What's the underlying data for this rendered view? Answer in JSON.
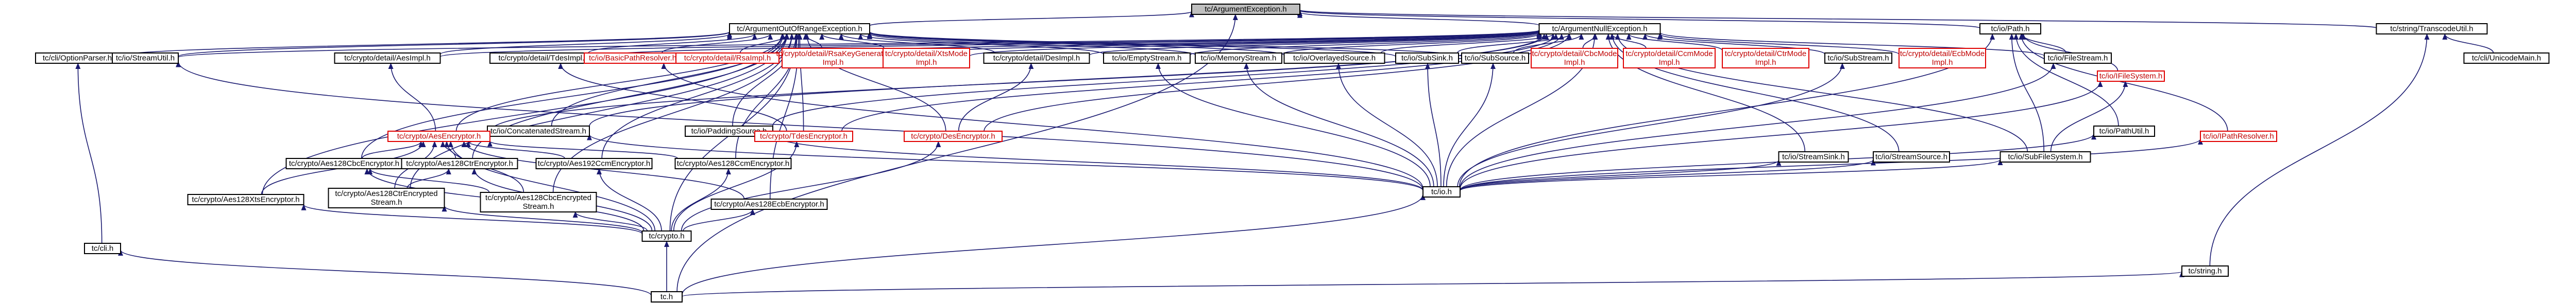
{
  "graph": {
    "edge_color": "#191970",
    "root_fill": "#bfbfbf",
    "nodes": [
      {
        "id": "argexc",
        "lines": [
          "tc/ArgumentException.h"
        ],
        "root": true
      },
      {
        "id": "outofrange",
        "lines": [
          "tc/ArgumentOutOfRangeException.h"
        ]
      },
      {
        "id": "argnull",
        "lines": [
          "tc/ArgumentNullException.h"
        ]
      },
      {
        "id": "iopath",
        "lines": [
          "tc/io/Path.h"
        ]
      },
      {
        "id": "transcodeutil",
        "lines": [
          "tc/string/TranscodeUtil.h"
        ]
      },
      {
        "id": "unicodemain",
        "lines": [
          "tc/cli/UnicodeMain.h"
        ]
      },
      {
        "id": "optionparser",
        "lines": [
          "tc/cli/OptionParser.h"
        ]
      },
      {
        "id": "streamutil",
        "lines": [
          "tc/io/StreamUtil.h"
        ]
      },
      {
        "id": "aesimpl",
        "lines": [
          "tc/crypto/detail/AesImpl.h"
        ]
      },
      {
        "id": "tdesimpl",
        "lines": [
          "tc/crypto/detail/TdesImpl.h"
        ]
      },
      {
        "id": "basicpathresolver",
        "lines": [
          "tc/io/BasicPathResolver.h"
        ],
        "red": true
      },
      {
        "id": "rsaimpl",
        "lines": [
          "tc/crypto/detail/RsaImpl.h"
        ],
        "red": true
      },
      {
        "id": "rsakeygen",
        "lines": [
          "tc/crypto/detail/RsaKeyGenerator",
          "Impl.h"
        ],
        "red": true
      },
      {
        "id": "xtsmode",
        "lines": [
          "tc/crypto/detail/XtsMode",
          "Impl.h"
        ],
        "red": true
      },
      {
        "id": "desimpl",
        "lines": [
          "tc/crypto/detail/DesImpl.h"
        ]
      },
      {
        "id": "emptystream",
        "lines": [
          "tc/io/EmptyStream.h"
        ]
      },
      {
        "id": "memorystream",
        "lines": [
          "tc/io/MemoryStream.h"
        ]
      },
      {
        "id": "overlayedsource",
        "lines": [
          "tc/io/OverlayedSource.h"
        ]
      },
      {
        "id": "subsink",
        "lines": [
          "tc/io/SubSink.h"
        ]
      },
      {
        "id": "subsource",
        "lines": [
          "tc/io/SubSource.h"
        ]
      },
      {
        "id": "cbcmode",
        "lines": [
          "tc/crypto/detail/CbcMode",
          "Impl.h"
        ],
        "red": true
      },
      {
        "id": "ccmmode",
        "lines": [
          "tc/crypto/detail/CcmMode",
          "Impl.h"
        ],
        "red": true
      },
      {
        "id": "ctrmode",
        "lines": [
          "tc/crypto/detail/CtrMode",
          "Impl.h"
        ],
        "red": true
      },
      {
        "id": "substream",
        "lines": [
          "tc/io/SubStream.h"
        ]
      },
      {
        "id": "ecbmode",
        "lines": [
          "tc/crypto/detail/EcbMode",
          "Impl.h"
        ],
        "red": true
      },
      {
        "id": "filestream",
        "lines": [
          "tc/io/FileStream.h"
        ]
      },
      {
        "id": "ifilesystem",
        "lines": [
          "tc/io/IFileSystem.h"
        ],
        "red": true
      },
      {
        "id": "ipathresolver",
        "lines": [
          "tc/io/IPathResolver.h"
        ],
        "red": true
      },
      {
        "id": "concatstream",
        "lines": [
          "tc/io/ConcatenatedStream.h"
        ]
      },
      {
        "id": "aesencryptor",
        "lines": [
          "tc/crypto/AesEncryptor.h"
        ],
        "red": true
      },
      {
        "id": "paddingsource",
        "lines": [
          "tc/io/PaddingSource.h"
        ]
      },
      {
        "id": "tdesencryptor",
        "lines": [
          "tc/crypto/TdesEncryptor.h"
        ],
        "red": true
      },
      {
        "id": "desencryptor",
        "lines": [
          "tc/crypto/DesEncryptor.h"
        ],
        "red": true
      },
      {
        "id": "streamsink",
        "lines": [
          "tc/io/StreamSink.h"
        ]
      },
      {
        "id": "streamsource",
        "lines": [
          "tc/io/StreamSource.h"
        ]
      },
      {
        "id": "subfilesystem",
        "lines": [
          "tc/io/SubFileSystem.h"
        ]
      },
      {
        "id": "pathutil",
        "lines": [
          "tc/io/PathUtil.h"
        ]
      },
      {
        "id": "aes128cbc",
        "lines": [
          "tc/crypto/Aes128CbcEncryptor.h"
        ]
      },
      {
        "id": "aes128ctr",
        "lines": [
          "tc/crypto/Aes128CtrEncryptor.h"
        ]
      },
      {
        "id": "aes192ccm",
        "lines": [
          "tc/crypto/Aes192CcmEncryptor.h"
        ]
      },
      {
        "id": "aes128ccm",
        "lines": [
          "tc/crypto/Aes128CcmEncryptor.h"
        ]
      },
      {
        "id": "aes128xts",
        "lines": [
          "tc/crypto/Aes128XtsEncryptor.h"
        ]
      },
      {
        "id": "aes128ctrstream",
        "lines": [
          "tc/crypto/Aes128CtrEncrypted",
          "Stream.h"
        ]
      },
      {
        "id": "aes128cbcstream",
        "lines": [
          "tc/crypto/Aes128CbcEncrypted",
          "Stream.h"
        ]
      },
      {
        "id": "aes128ecb",
        "lines": [
          "tc/crypto/Aes128EcbEncryptor.h"
        ]
      },
      {
        "id": "cli",
        "lines": [
          "tc/cli.h"
        ]
      },
      {
        "id": "io",
        "lines": [
          "tc/io.h"
        ]
      },
      {
        "id": "crypto",
        "lines": [
          "tc/crypto.h"
        ]
      },
      {
        "id": "tcstring",
        "lines": [
          "tc/string.h"
        ]
      },
      {
        "id": "tc",
        "lines": [
          "tc.h"
        ]
      }
    ],
    "edges": [
      [
        "outofrange",
        "argexc"
      ],
      [
        "argnull",
        "argexc"
      ],
      [
        "iopath",
        "argexc"
      ],
      [
        "transcodeutil",
        "argexc"
      ],
      [
        "tc",
        "argexc"
      ],
      [
        "optionparser",
        "outofrange"
      ],
      [
        "streamutil",
        "outofrange"
      ],
      [
        "aesimpl",
        "outofrange"
      ],
      [
        "tdesimpl",
        "outofrange"
      ],
      [
        "basicpathresolver",
        "outofrange"
      ],
      [
        "rsaimpl",
        "outofrange"
      ],
      [
        "rsakeygen",
        "outofrange"
      ],
      [
        "xtsmode",
        "outofrange"
      ],
      [
        "desimpl",
        "outofrange"
      ],
      [
        "emptystream",
        "outofrange"
      ],
      [
        "memorystream",
        "outofrange"
      ],
      [
        "overlayedsource",
        "outofrange"
      ],
      [
        "subsink",
        "outofrange"
      ],
      [
        "subsource",
        "outofrange"
      ],
      [
        "concatstream",
        "outofrange"
      ],
      [
        "aesencryptor",
        "outofrange"
      ],
      [
        "paddingsource",
        "outofrange"
      ],
      [
        "tdesencryptor",
        "outofrange"
      ],
      [
        "desencryptor",
        "outofrange"
      ],
      [
        "aes128cbc",
        "outofrange"
      ],
      [
        "aes128ctr",
        "outofrange"
      ],
      [
        "aes192ccm",
        "outofrange"
      ],
      [
        "aes128ccm",
        "outofrange"
      ],
      [
        "aes128xts",
        "outofrange"
      ],
      [
        "aes128ecb",
        "outofrange"
      ],
      [
        "aes128ctrstream",
        "outofrange"
      ],
      [
        "aes128cbcstream",
        "outofrange"
      ],
      [
        "crypto",
        "outofrange"
      ],
      [
        "streamutil",
        "argnull"
      ],
      [
        "aesimpl",
        "argnull"
      ],
      [
        "tdesimpl",
        "argnull"
      ],
      [
        "rsaimpl",
        "argnull"
      ],
      [
        "rsakeygen",
        "argnull"
      ],
      [
        "xtsmode",
        "argnull"
      ],
      [
        "desimpl",
        "argnull"
      ],
      [
        "emptystream",
        "argnull"
      ],
      [
        "memorystream",
        "argnull"
      ],
      [
        "overlayedsource",
        "argnull"
      ],
      [
        "subsink",
        "argnull"
      ],
      [
        "subsource",
        "argnull"
      ],
      [
        "cbcmode",
        "argnull"
      ],
      [
        "ccmmode",
        "argnull"
      ],
      [
        "ctrmode",
        "argnull"
      ],
      [
        "substream",
        "argnull"
      ],
      [
        "ecbmode",
        "argnull"
      ],
      [
        "filestream",
        "argnull"
      ],
      [
        "concatstream",
        "argnull"
      ],
      [
        "paddingsource",
        "argnull"
      ],
      [
        "aesencryptor",
        "argnull"
      ],
      [
        "tdesencryptor",
        "argnull"
      ],
      [
        "desencryptor",
        "argnull"
      ],
      [
        "streamsink",
        "argnull"
      ],
      [
        "streamsource",
        "argnull"
      ],
      [
        "subfilesystem",
        "argnull"
      ],
      [
        "io",
        "argnull"
      ],
      [
        "filestream",
        "iopath"
      ],
      [
        "ifilesystem",
        "iopath"
      ],
      [
        "ipathresolver",
        "iopath"
      ],
      [
        "pathutil",
        "iopath"
      ],
      [
        "subfilesystem",
        "iopath"
      ],
      [
        "io",
        "iopath"
      ],
      [
        "unicodemain",
        "transcodeutil"
      ],
      [
        "tcstring",
        "transcodeutil"
      ],
      [
        "cli",
        "optionparser"
      ],
      [
        "io",
        "streamutil"
      ],
      [
        "aesencryptor",
        "aesimpl"
      ],
      [
        "tdesencryptor",
        "tdesimpl"
      ],
      [
        "io",
        "basicpathresolver"
      ],
      [
        "desencryptor",
        "desimpl"
      ],
      [
        "io",
        "emptystream"
      ],
      [
        "io",
        "memorystream"
      ],
      [
        "io",
        "overlayedsource"
      ],
      [
        "io",
        "subsink"
      ],
      [
        "io",
        "subsource"
      ],
      [
        "io",
        "substream"
      ],
      [
        "io",
        "filestream"
      ],
      [
        "subfilesystem",
        "ifilesystem"
      ],
      [
        "io",
        "ifilesystem"
      ],
      [
        "io",
        "ipathresolver"
      ],
      [
        "io",
        "concatstream"
      ],
      [
        "io",
        "paddingsource"
      ],
      [
        "io",
        "streamsink"
      ],
      [
        "io",
        "streamsource"
      ],
      [
        "io",
        "subfilesystem"
      ],
      [
        "io",
        "pathutil"
      ],
      [
        "aes128cbc",
        "aesencryptor"
      ],
      [
        "aes128ctr",
        "aesencryptor"
      ],
      [
        "aes192ccm",
        "aesencryptor"
      ],
      [
        "aes128ccm",
        "aesencryptor"
      ],
      [
        "aes128xts",
        "aesencryptor"
      ],
      [
        "aes128ecb",
        "aesencryptor"
      ],
      [
        "aes128ctrstream",
        "aesencryptor"
      ],
      [
        "aes128cbcstream",
        "aesencryptor"
      ],
      [
        "crypto",
        "aesencryptor"
      ],
      [
        "aes128cbcstream",
        "aes128cbc"
      ],
      [
        "aes128ctrstream",
        "aes128ctr"
      ],
      [
        "crypto",
        "aes128cbc"
      ],
      [
        "crypto",
        "aes128ctr"
      ],
      [
        "crypto",
        "aes192ccm"
      ],
      [
        "crypto",
        "aes128ccm"
      ],
      [
        "crypto",
        "aes128xts"
      ],
      [
        "crypto",
        "aes128ecb"
      ],
      [
        "crypto",
        "aes128ctrstream"
      ],
      [
        "crypto",
        "aes128cbcstream"
      ],
      [
        "crypto",
        "tdesencryptor"
      ],
      [
        "crypto",
        "desencryptor"
      ],
      [
        "tc",
        "cli"
      ],
      [
        "tc",
        "io"
      ],
      [
        "tc",
        "crypto"
      ],
      [
        "tc",
        "tcstring"
      ]
    ]
  }
}
